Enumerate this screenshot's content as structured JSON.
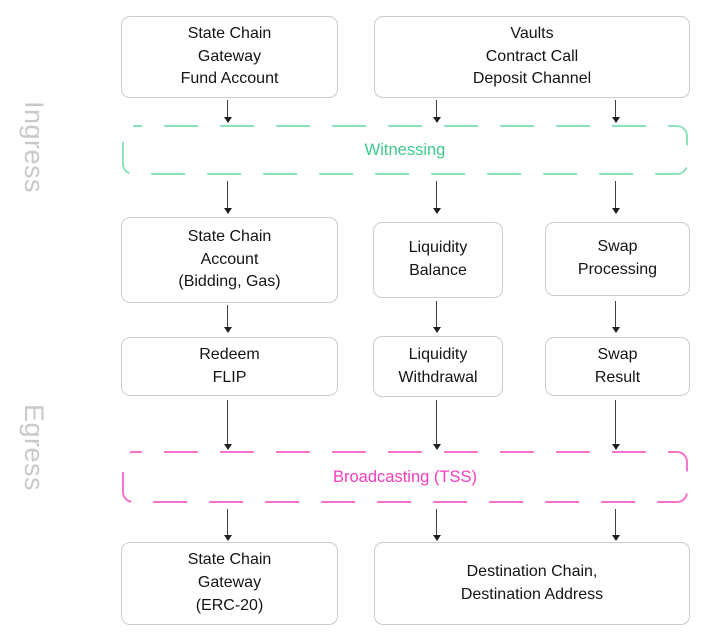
{
  "section_labels": {
    "ingress": "Ingress",
    "egress": "Egress"
  },
  "bands": {
    "witnessing": {
      "label": "Witnessing",
      "text_color": "#3ecb8c",
      "dash_color": "#8be3ba"
    },
    "broadcasting": {
      "label": "Broadcasting (TSS)",
      "text_color": "#f73cbe",
      "dash_color": "#f672ce"
    }
  },
  "boxes": {
    "state_chain_gateway_fund": {
      "label": "State Chain\nGateway\nFund Account"
    },
    "vaults": {
      "label": "Vaults\nContract Call\nDeposit Channel"
    },
    "state_chain_account": {
      "label": "State Chain\nAccount\n(Bidding, Gas)"
    },
    "liquidity_balance": {
      "label": "Liquidity\nBalance"
    },
    "swap_processing": {
      "label": "Swap\nProcessing"
    },
    "redeem_flip": {
      "label": "Redeem\nFLIP"
    },
    "liquidity_withdrawal": {
      "label": "Liquidity\nWithdrawal"
    },
    "swap_result": {
      "label": "Swap\nResult"
    },
    "state_chain_gateway_erc20": {
      "label": "State Chain\nGateway\n(ERC-20)"
    },
    "destination": {
      "label": "Destination Chain,\nDestination Address"
    }
  }
}
